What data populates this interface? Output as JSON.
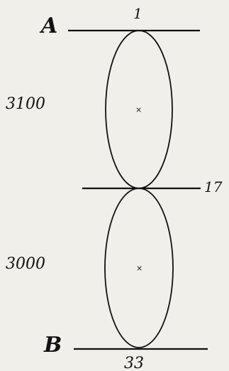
{
  "diagram": {
    "top_label": "A",
    "bottom_label": "B",
    "marks": {
      "top": "1",
      "middle": "17",
      "bottom": "33"
    },
    "upper_ellipse_value": "3100",
    "lower_ellipse_value": "3000",
    "center_mark": "×"
  }
}
